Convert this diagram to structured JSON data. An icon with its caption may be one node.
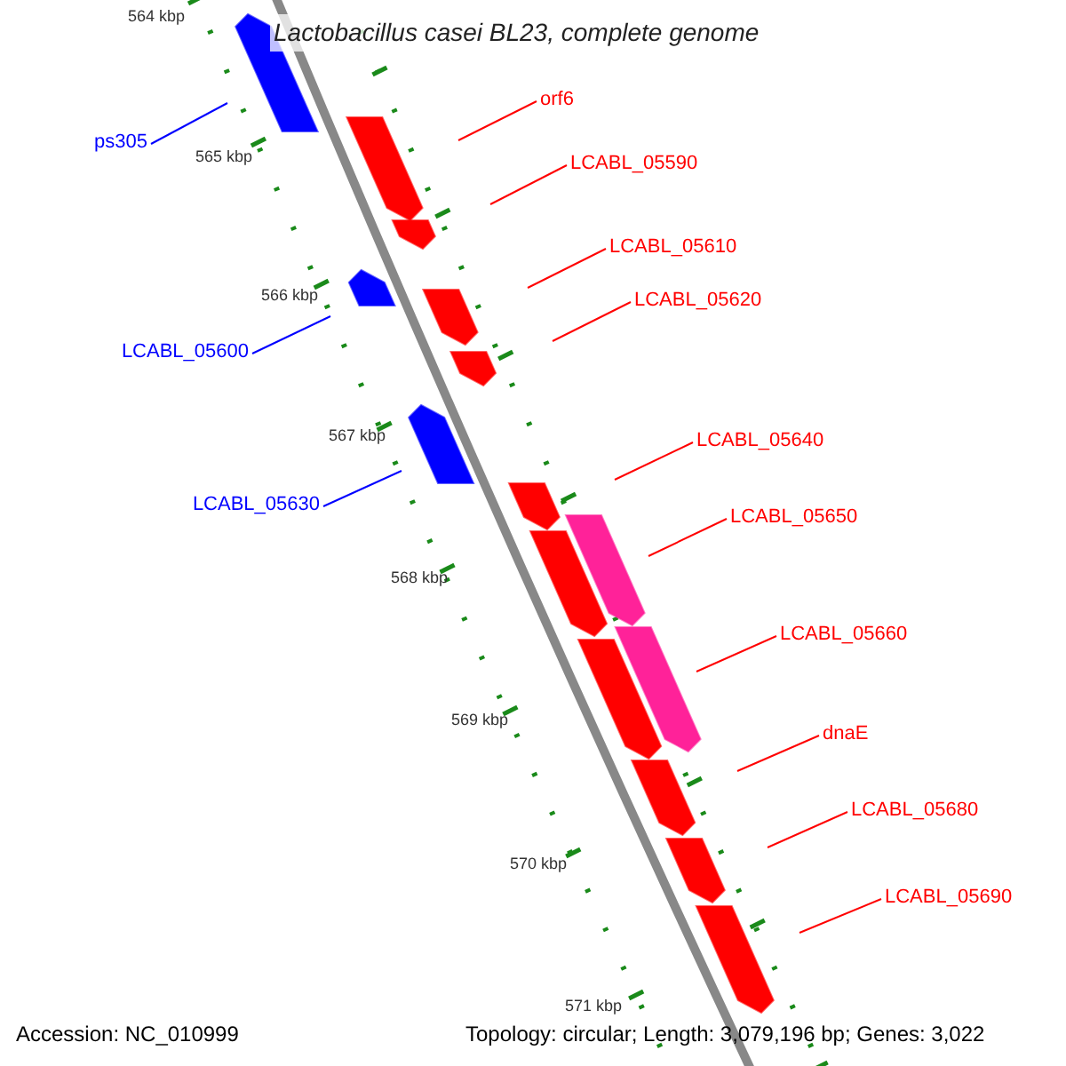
{
  "diagram": {
    "title": "Lactobacillus casei BL23, complete genome",
    "nodes": [
      {
        "text": [
          "ps305"
        ]
      },
      {
        "text": [
          "orf6"
        ]
      },
      {
        "text": [
          "LCABL_05590"
        ]
      },
      {
        "text": [
          "LCABL_05610"
        ]
      },
      {
        "text": [
          "LCABL_05620"
        ]
      },
      {
        "text": [
          "LCABL_05600"
        ]
      },
      {
        "text": [
          "LCABL_05630"
        ]
      },
      {
        "text": [
          "LCABL_05640"
        ]
      },
      {
        "text": [
          "LCABL_05650"
        ]
      },
      {
        "text": [
          "LCABL_05660"
        ]
      },
      {
        "text": [
          "dnaE"
        ]
      },
      {
        "text": [
          "LCABL_05680"
        ]
      },
      {
        "text": [
          "LCABL_05690"
        ]
      }
    ],
    "edges": [
      {
        "from": 0,
        "to": null,
        "arrow": "none",
        "color": "#0000ff"
      },
      {
        "from": 1,
        "to": null,
        "arrow": "none"
      },
      {
        "from": 2,
        "to": null,
        "arrow": "none"
      },
      {
        "from": 3,
        "to": null,
        "arrow": "none"
      },
      {
        "from": 4,
        "to": null,
        "arrow": "none"
      },
      {
        "from": 5,
        "to": null,
        "arrow": "none",
        "color": "#0000ff"
      },
      {
        "from": 6,
        "to": null,
        "arrow": "none",
        "color": "#0000ff"
      },
      {
        "from": 7,
        "to": null,
        "arrow": "none"
      },
      {
        "from": 8,
        "to": null,
        "arrow": "none"
      },
      {
        "from": 9,
        "to": null,
        "arrow": "none"
      },
      {
        "from": 10,
        "to": null,
        "arrow": "none"
      },
      {
        "from": 11,
        "to": null,
        "arrow": "none"
      },
      {
        "from": 12,
        "to": null,
        "arrow": "none"
      }
    ],
    "labels": [
      "564 kbp",
      "565 kbp",
      "566 kbp",
      "567 kbp",
      "568 kbp",
      "569 kbp",
      "570 kbp",
      "571 kbp",
      "Accession: NC_010999",
      "Topology: circular; Length: 3,079,196 bp; Genes: 3,022"
    ]
  }
}
